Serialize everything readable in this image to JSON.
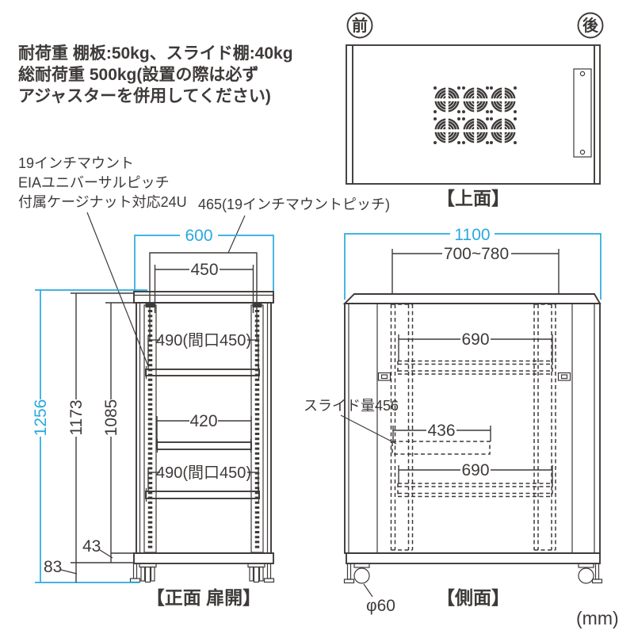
{
  "colors": {
    "line": "#3e3a39",
    "accent": "#29a9e0",
    "background": "#ffffff"
  },
  "header": {
    "load_note_line1": "耐荷重 棚板:50kg、スライド棚:40kg",
    "load_note_line2": "総耐荷重 500kg(設置の際は必ず",
    "load_note_line3": "アジャスターを併用してください)"
  },
  "mount_note": {
    "line1": "19インチマウント",
    "line2": "EIAユニバーサルピッチ",
    "line3": "付属ケージナット対応24U",
    "pitch_label": "465(19インチマウントピッチ)"
  },
  "top_view": {
    "caption": "【上面】",
    "front_marker": "前",
    "rear_marker": "後"
  },
  "front_view": {
    "caption": "【正面 扉開】",
    "width": "600",
    "mount_width": "450",
    "shelf_width_top": "490(間口450)",
    "slide_width": "420",
    "shelf_width_bottom": "490(間口450)",
    "total_height": "1256",
    "frame_height": "1173",
    "inner_height": "1085",
    "base_height": "43",
    "caster_height": "83"
  },
  "side_view": {
    "caption": "【側面】",
    "depth": "1100",
    "rail_depth_range": "700~780",
    "shelf_depth_top": "690",
    "slide_depth": "436",
    "shelf_depth_bottom": "690",
    "slide_stroke_label": "スライド量456",
    "caster_diameter": "φ60"
  },
  "units_label": "(mm)"
}
